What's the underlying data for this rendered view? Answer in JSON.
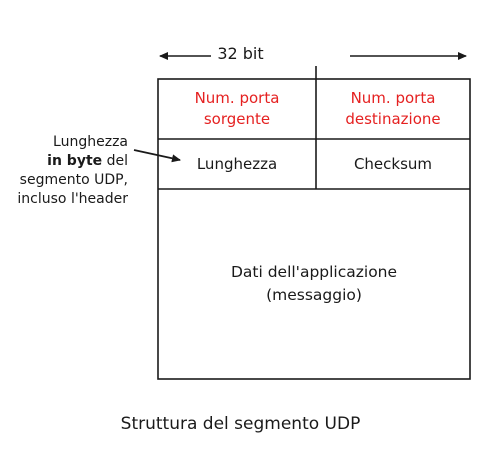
{
  "diagram": {
    "width_label": "32 bit",
    "fields": {
      "source_port": [
        "Num. porta",
        "sorgente"
      ],
      "dest_port": [
        "Num. porta",
        "destinazione"
      ],
      "length": "Lunghezza",
      "checksum": "Checksum",
      "data": [
        "Dati dell'applicazione",
        "(messaggio)"
      ]
    },
    "annotation": {
      "line1": "Lunghezza",
      "bold": "in byte",
      "after_bold": " del",
      "line3": "segmento UDP,",
      "line4": "incluso l'header"
    },
    "caption": "Struttura del segmento UDP",
    "colors": {
      "header_field_text": "#e52121",
      "lines": "#1a1a1a"
    }
  }
}
